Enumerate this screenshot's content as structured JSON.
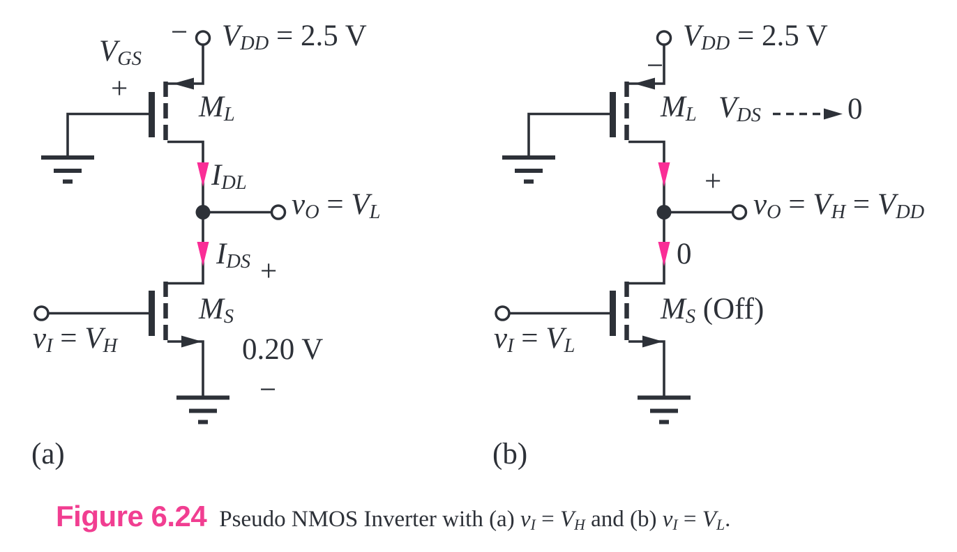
{
  "colors": {
    "ink": "#2d3138",
    "arrow_pink": "#fa2d96",
    "label_pink": "#f13e91",
    "background": "#ffffff"
  },
  "caption": {
    "label": "Figure 6.24",
    "text": [
      {
        "t": "Pseudo NMOS Inverter with (a) "
      },
      {
        "t": "v",
        "it": 1
      },
      {
        "t": "I",
        "sub": 1
      },
      {
        "t": " = "
      },
      {
        "t": "V",
        "it": 1
      },
      {
        "t": "H",
        "sub": 1
      },
      {
        "t": " and (b) "
      },
      {
        "t": "v",
        "it": 1
      },
      {
        "t": "I",
        "sub": 1
      },
      {
        "t": " = "
      },
      {
        "t": "V",
        "it": 1
      },
      {
        "t": "L",
        "sub": 1
      },
      {
        "t": "."
      }
    ]
  },
  "circuit_a": {
    "panel_label": "(a)",
    "supply_label": [
      {
        "t": "V",
        "it": 1
      },
      {
        "t": "DD",
        "sub": 1
      },
      {
        "t": " = 2.5 V"
      }
    ],
    "supply_minus": "−",
    "gate_voltage_label": [
      {
        "t": "V",
        "it": 1
      },
      {
        "t": "GS",
        "sub": 1
      }
    ],
    "gate_plus": "+",
    "load_name": [
      {
        "t": "M",
        "it": 1
      },
      {
        "t": "L",
        "sub": 1
      }
    ],
    "load_current": [
      {
        "t": "I",
        "it": 1
      },
      {
        "t": "DL",
        "sub": 1
      }
    ],
    "output_label": [
      {
        "t": "v",
        "it": 1
      },
      {
        "t": "O",
        "sub": 1
      },
      {
        "t": " = "
      },
      {
        "t": "V",
        "it": 1
      },
      {
        "t": "L",
        "sub": 1
      }
    ],
    "switch_current": [
      {
        "t": "I",
        "it": 1
      },
      {
        "t": "DS",
        "sub": 1
      }
    ],
    "drain_plus": "+",
    "drain_voltage": "0.20 V",
    "source_minus": "−",
    "switch_name": [
      {
        "t": "M",
        "it": 1
      },
      {
        "t": "S",
        "sub": 1
      }
    ],
    "input_label": [
      {
        "t": "v",
        "it": 1
      },
      {
        "t": "I",
        "sub": 1
      },
      {
        "t": " = "
      },
      {
        "t": "V",
        "it": 1
      },
      {
        "t": "H",
        "sub": 1
      }
    ]
  },
  "circuit_b": {
    "panel_label": "(b)",
    "supply_label": [
      {
        "t": "V",
        "it": 1
      },
      {
        "t": "DD",
        "sub": 1
      },
      {
        "t": " = 2.5 V"
      }
    ],
    "supply_minus": "−",
    "load_name": [
      {
        "t": "M",
        "it": 1
      },
      {
        "t": "L",
        "sub": 1
      }
    ],
    "vds_label": [
      {
        "t": "V",
        "it": 1
      },
      {
        "t": "DS",
        "sub": 1
      }
    ],
    "vds_limit": "0",
    "output_plus": "+",
    "output_label": [
      {
        "t": "v",
        "it": 1
      },
      {
        "t": "O",
        "sub": 1
      },
      {
        "t": " = "
      },
      {
        "t": "V",
        "it": 1
      },
      {
        "t": "H",
        "sub": 1
      },
      {
        "t": " = "
      },
      {
        "t": "V",
        "it": 1
      },
      {
        "t": "DD",
        "sub": 1
      }
    ],
    "current_zero": "0",
    "switch_name": [
      {
        "t": "M",
        "it": 1
      },
      {
        "t": "S",
        "sub": 1
      },
      {
        "t": " (Off)"
      }
    ],
    "input_label": [
      {
        "t": "v",
        "it": 1
      },
      {
        "t": "I",
        "sub": 1
      },
      {
        "t": " = "
      },
      {
        "t": "V",
        "it": 1
      },
      {
        "t": "L",
        "sub": 1
      }
    ]
  }
}
